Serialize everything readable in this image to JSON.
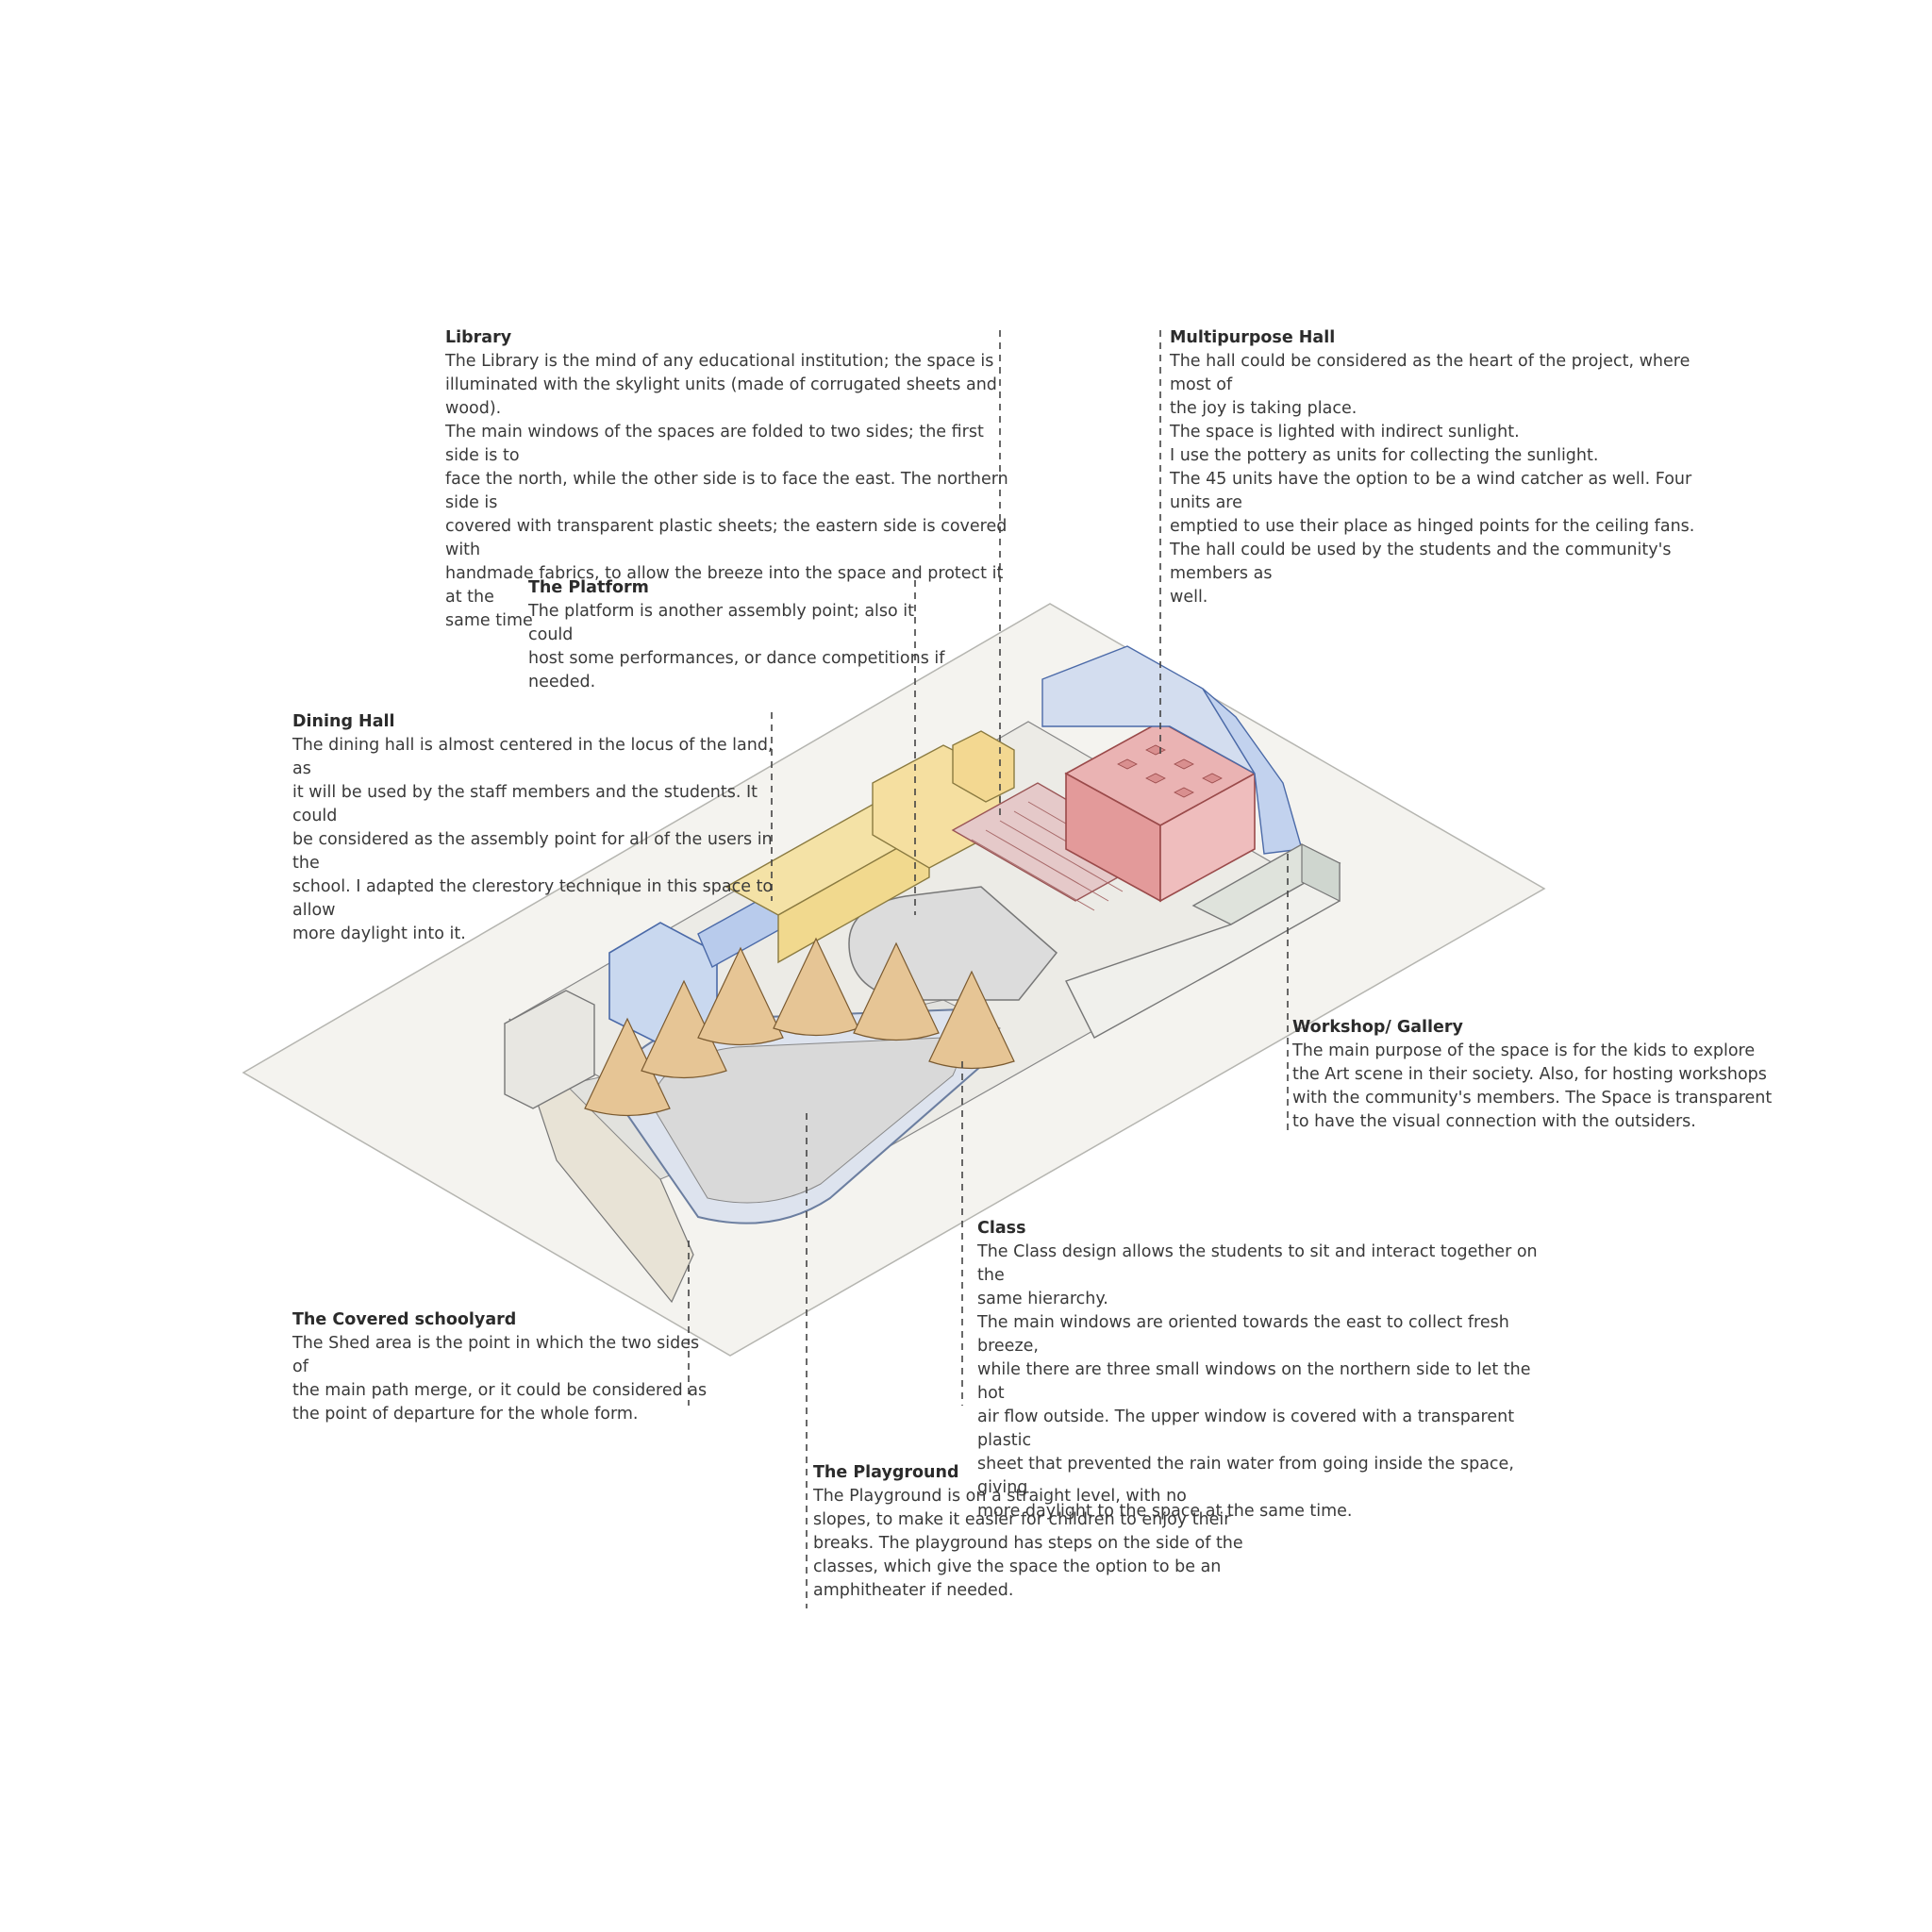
{
  "annotations": [
    {
      "id": "library",
      "title": "Library",
      "body": "The Library is the mind of any educational institution; the space is\nilluminated with the skylight units (made of corrugated sheets and wood).\nThe main windows of the spaces are folded to two sides; the first side is to\nface the north, while the other side is to face the east. The northern side is\ncovered with transparent plastic sheets; the eastern side is covered with\nhandmade fabrics, to allow the breeze into the space and protect it at the\nsame time"
    },
    {
      "id": "multipurpose-hall",
      "title": "Multipurpose Hall",
      "body": "The hall could be considered as the heart of the project, where most of\nthe joy is taking place.\n The space is lighted with indirect sunlight.\n I use the pottery as units for collecting the sunlight.\nThe 45 units have the option to be a wind catcher as well. Four units are\nemptied to use their place as hinged points for the ceiling fans.\nThe hall could be used by the students and the community's members as\nwell."
    },
    {
      "id": "platform",
      "title": "The Platform",
      "body": "The platform is another assembly point; also it could\nhost some performances, or dance competitions if\nneeded."
    },
    {
      "id": "dining-hall",
      "title": "Dining Hall",
      "body": " The dining hall is almost centered in the locus of the land, as\nit will be used by the staff members and the students. It could\nbe considered as the assembly point for all of the users in the\nschool. I adapted the clerestory technique in this space to allow\nmore daylight into it."
    },
    {
      "id": "workshop",
      "title": "Workshop/ Gallery",
      "body": "The main purpose of the space is for the kids to explore\nthe Art scene in their society. Also, for hosting workshops\nwith the community's members. The Space is transparent\nto have the visual connection with the outsiders."
    },
    {
      "id": "class",
      "title": "Class",
      "body": "The Class design allows the students to sit and interact together on the\nsame hierarchy.\n The main windows are oriented towards the east to collect fresh breeze,\nwhile there are three small windows on the northern side to let the hot\nair flow outside. The upper window is covered with a transparent plastic\nsheet that prevented the rain water from going inside the space, giving\nmore daylight to the space at the same time."
    },
    {
      "id": "covered-schoolyard",
      "title": "The Covered schoolyard",
      "body": "The Shed area is the point in which the two sides of\nthe main path merge, or it could be considered as\nthe point of departure for the whole form."
    },
    {
      "id": "playground",
      "title": "The Playground",
      "body": "The Playground is on a straight level, with no\nslopes, to make it easier for children to enjoy their\nbreaks. The playground has steps on the side of the\nclasses, which give the space the option to be an\namphitheater if needed."
    }
  ],
  "colors": {
    "site": "#f3f2ee",
    "library": "#f3dc98",
    "dining": "#c7d6ee",
    "hall": "#e7a7a7",
    "cone": "#e3c191",
    "gallery": "#dfe4dc",
    "line": "#555555"
  }
}
